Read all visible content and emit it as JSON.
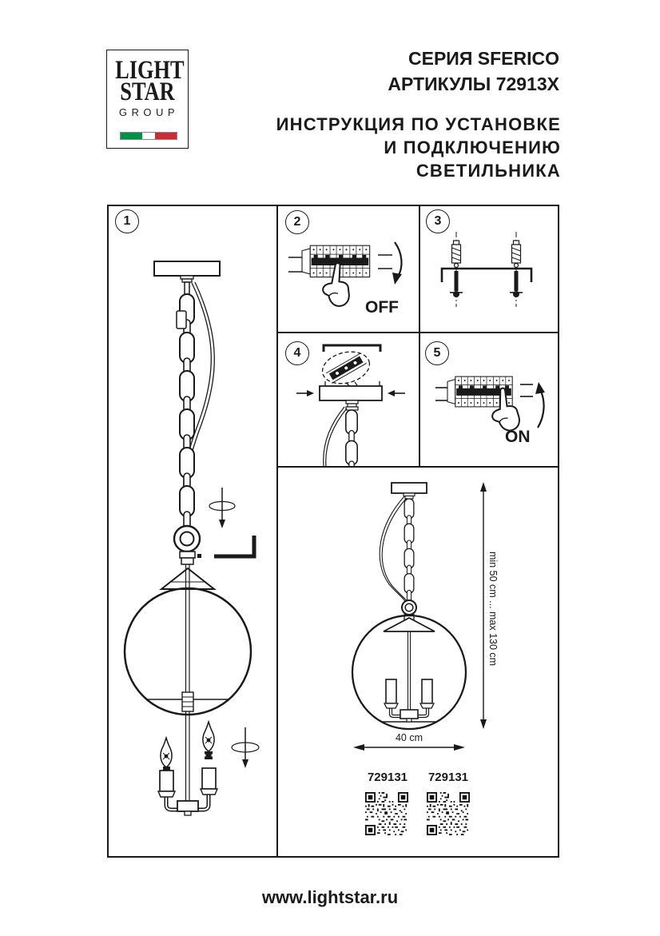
{
  "page": {
    "background": "#ffffff",
    "ink": "#1a1a1a"
  },
  "logo": {
    "line1": "LIGHT",
    "line2": "STAR",
    "line3": "GROUP",
    "flag": {
      "green": "#009246",
      "white": "#ffffff",
      "red": "#ce2b37"
    }
  },
  "header": {
    "series": "СЕРИЯ SFERICO",
    "articles": "АРТИКУЛЫ 72913X",
    "instruction_line1": "ИНСТРУКЦИЯ ПО УСТАНОВКЕ",
    "instruction_line2": "И ПОДКЛЮЧЕНИЮ СВЕТИЛЬНИКА"
  },
  "steps": {
    "1": {
      "number": "1"
    },
    "2": {
      "number": "2",
      "power_label": "OFF"
    },
    "3": {
      "number": "3"
    },
    "4": {
      "number": "4"
    },
    "5": {
      "number": "5",
      "power_label": "ON"
    }
  },
  "result_panel": {
    "height_range_label": "min 50 cm ... max 130 cm",
    "diameter_label": "40 cm",
    "articles": [
      "729131",
      "729131"
    ]
  },
  "footer": {
    "website": "www.lightstar.ru"
  }
}
